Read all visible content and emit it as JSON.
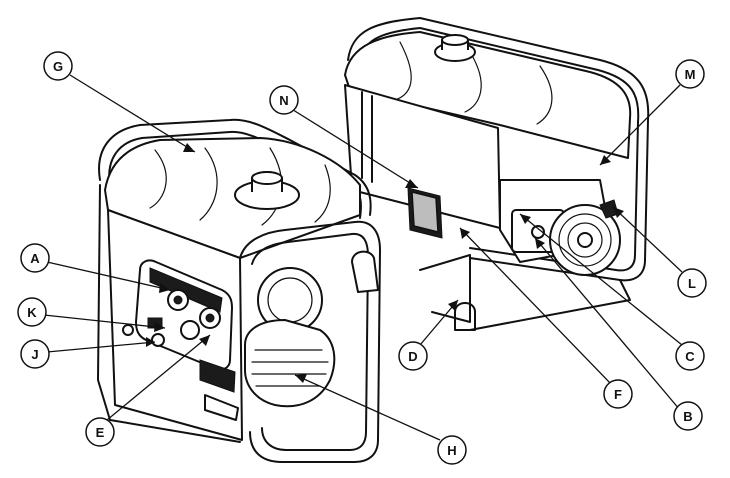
{
  "callouts": [
    {
      "id": "A",
      "label": "A"
    },
    {
      "id": "B",
      "label": "B"
    },
    {
      "id": "C",
      "label": "C"
    },
    {
      "id": "D",
      "label": "D"
    },
    {
      "id": "E",
      "label": "E"
    },
    {
      "id": "F",
      "label": "F"
    },
    {
      "id": "G",
      "label": "G"
    },
    {
      "id": "H",
      "label": "H"
    },
    {
      "id": "J",
      "label": "J"
    },
    {
      "id": "K",
      "label": "K"
    },
    {
      "id": "L",
      "label": "L"
    },
    {
      "id": "M",
      "label": "M"
    },
    {
      "id": "N",
      "label": "N"
    }
  ],
  "colors": {
    "ink": "#111111",
    "background": "#ffffff"
  }
}
